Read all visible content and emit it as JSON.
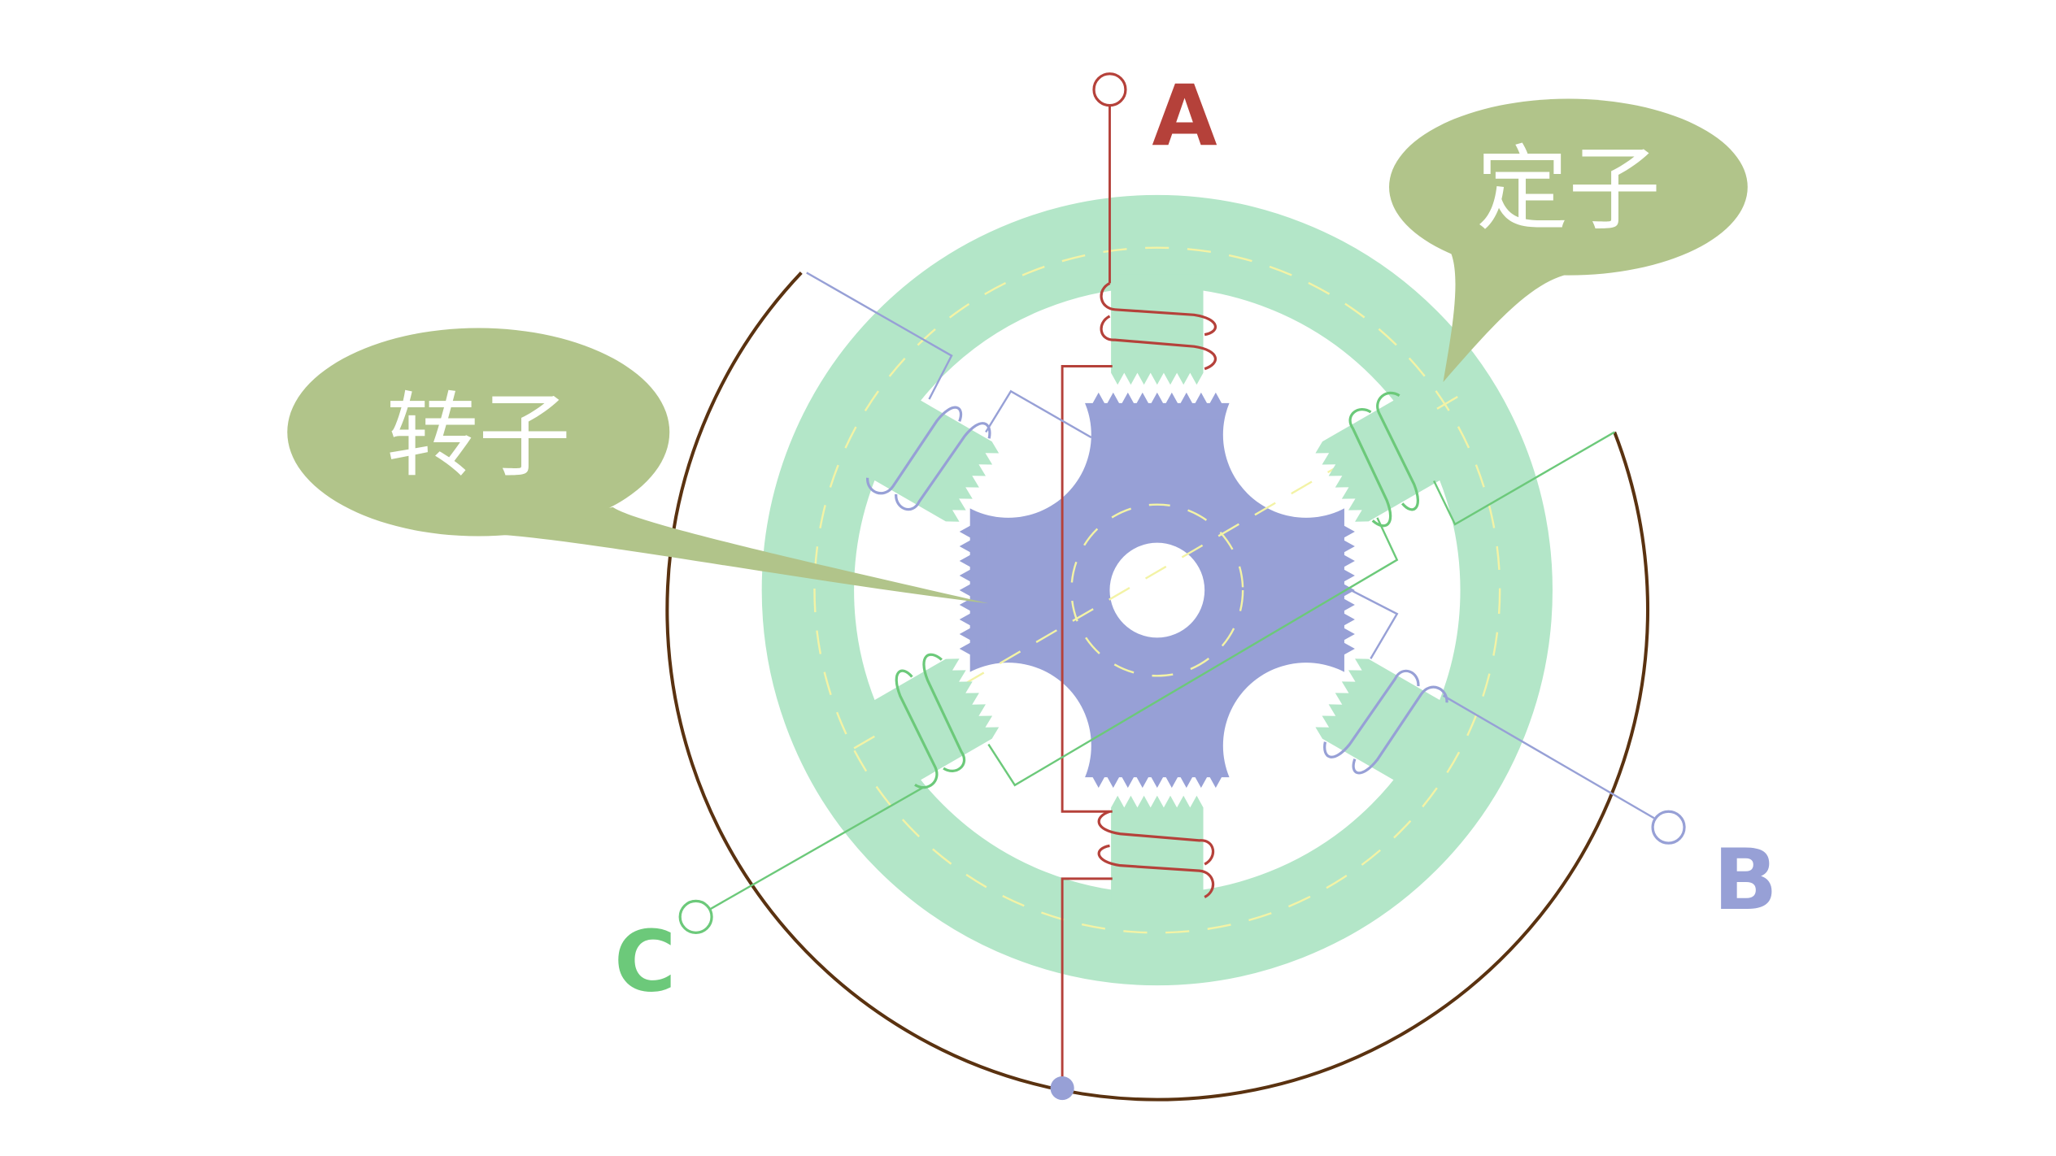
{
  "diagram": {
    "title_labels": {
      "terminal_a": "A",
      "terminal_b": "B",
      "terminal_c": "C"
    },
    "callouts": {
      "stator": "定子",
      "rotor": "转子"
    },
    "colors": {
      "stator": "#b3e6c8",
      "rotor": "#97a0d6",
      "phase_a": "#b5413a",
      "phase_b": "#97a0d6",
      "phase_c": "#6cc97a",
      "callout": "#b1c48a",
      "outer_wire": "#5a3210",
      "dash": "#f3f3a6"
    }
  }
}
